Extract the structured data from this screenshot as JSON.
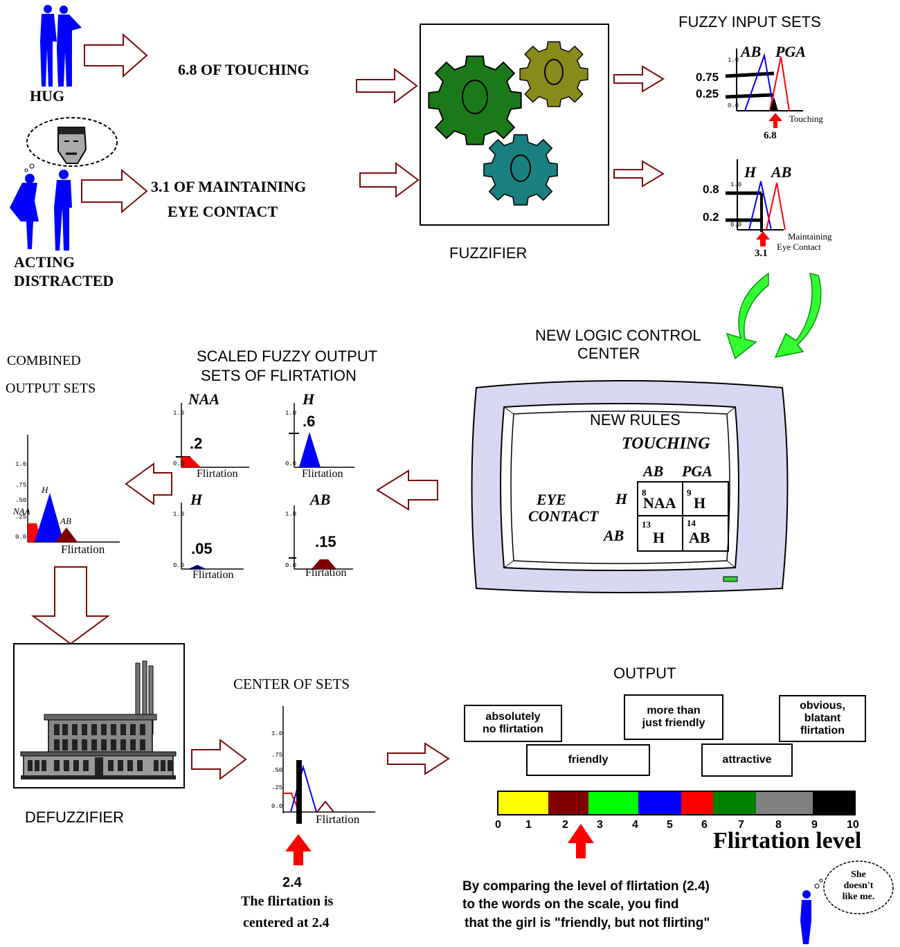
{
  "input_stage": {
    "hug_label": "HUG",
    "acting_label": "ACTING",
    "distracted_label": "DISTRACTED",
    "touching_value": "6.8 OF TOUCHING",
    "eye_value_1": "3.1 OF MAINTAINING",
    "eye_value_2": "EYE CONTACT",
    "fuzzifier_label": "FUZZIFIER"
  },
  "fuzzy_inputs": {
    "title": "FUZZY INPUT SETS",
    "touching_set_1": "AB",
    "touching_set_2": "PGA",
    "touching_level_high": "0.75",
    "touching_level_low": "0.25",
    "touching_axis": "Touching",
    "touching_crisp": "6.8",
    "eye_set_1": "H",
    "eye_set_2": "AB",
    "eye_level_high": "0.8",
    "eye_level_low": "0.2",
    "eye_axis_1": "Maintaining",
    "eye_axis_2": "Eye Contact",
    "eye_crisp": "3.1",
    "tick_top": "1.0",
    "tick_zero": "0.0"
  },
  "logic_center": {
    "title_1": "NEW LOGIC CONTROL",
    "title_2": "CENTER",
    "rules_title": "NEW RULES",
    "touching_header": "TOUCHING",
    "col_1": "AB",
    "col_2": "PGA",
    "eye_header_1": "EYE",
    "eye_header_2": "CONTACT",
    "row_1": "H",
    "row_2": "AB",
    "cells": [
      {
        "num": "8",
        "set": "NAA"
      },
      {
        "num": "9",
        "set": "H"
      },
      {
        "num": "13",
        "set": "H"
      },
      {
        "num": "14",
        "set": "AB"
      }
    ]
  },
  "scaled_outputs": {
    "title_1": "SCALED FUZZY OUTPUT",
    "title_2": "SETS OF FLIRTATION",
    "axis": "Flirtation",
    "tick_top": "1.0",
    "tick_zero": "0.0",
    "panels": [
      {
        "set": "NAA",
        "level": ".2"
      },
      {
        "set": "H",
        "level": ".6"
      },
      {
        "set": "H",
        "level": ".05"
      },
      {
        "set": "AB",
        "level": ".15"
      }
    ]
  },
  "combined": {
    "title_1": "COMBINED",
    "title_2": "OUTPUT SETS",
    "axis": "Flirtation",
    "ticks": [
      "1.0",
      ".75",
      ".50",
      ".25",
      "0.0"
    ],
    "set_naa": "NAA",
    "set_h": "H",
    "set_ab": "AB"
  },
  "defuzz": {
    "label": "DEFUZZIFIER",
    "center_title": "CENTER OF SETS",
    "axis": "Flirtation",
    "ticks": [
      "1.0",
      ".75",
      ".50",
      ".25",
      "0.0"
    ],
    "value": "2.4",
    "caption_1": "The flirtation is",
    "caption_2": "centered at 2.4"
  },
  "output": {
    "title": "OUTPUT",
    "scale_title": "Flirtation level",
    "scale_ticks": [
      "0",
      "1",
      "2",
      "3",
      "4",
      "5",
      "6",
      "7",
      "8",
      "9",
      "10"
    ],
    "labels": {
      "absolutely_1": "absolutely",
      "absolutely_2": "no flirtation",
      "friendly": "friendly",
      "more_1": "more than",
      "more_2": "just friendly",
      "attractive": "attractive",
      "obvious_1": "obvious,",
      "obvious_2": "blatant",
      "obvious_3": "flirtation"
    },
    "conclusion_1": "By comparing the level of flirtation (2.4)",
    "conclusion_2": "to the words on the scale, you find",
    "conclusion_3": "that the girl is \"friendly, but not flirting\"",
    "thought_1": "She",
    "thought_2": "doesn't",
    "thought_3": "like me."
  },
  "colors": {
    "arrow_outline": "#7a0a0a",
    "red": "#ff0000",
    "blue": "#0000ff",
    "dark_red": "#800000",
    "green_arrow": "#33ff33",
    "monitor_frame": "#d8d8f4",
    "scale": [
      "#ffff00",
      "#800000",
      "#00ff00",
      "#0000ff",
      "#ff0000",
      "#008000",
      "#808080",
      "#000000"
    ]
  }
}
